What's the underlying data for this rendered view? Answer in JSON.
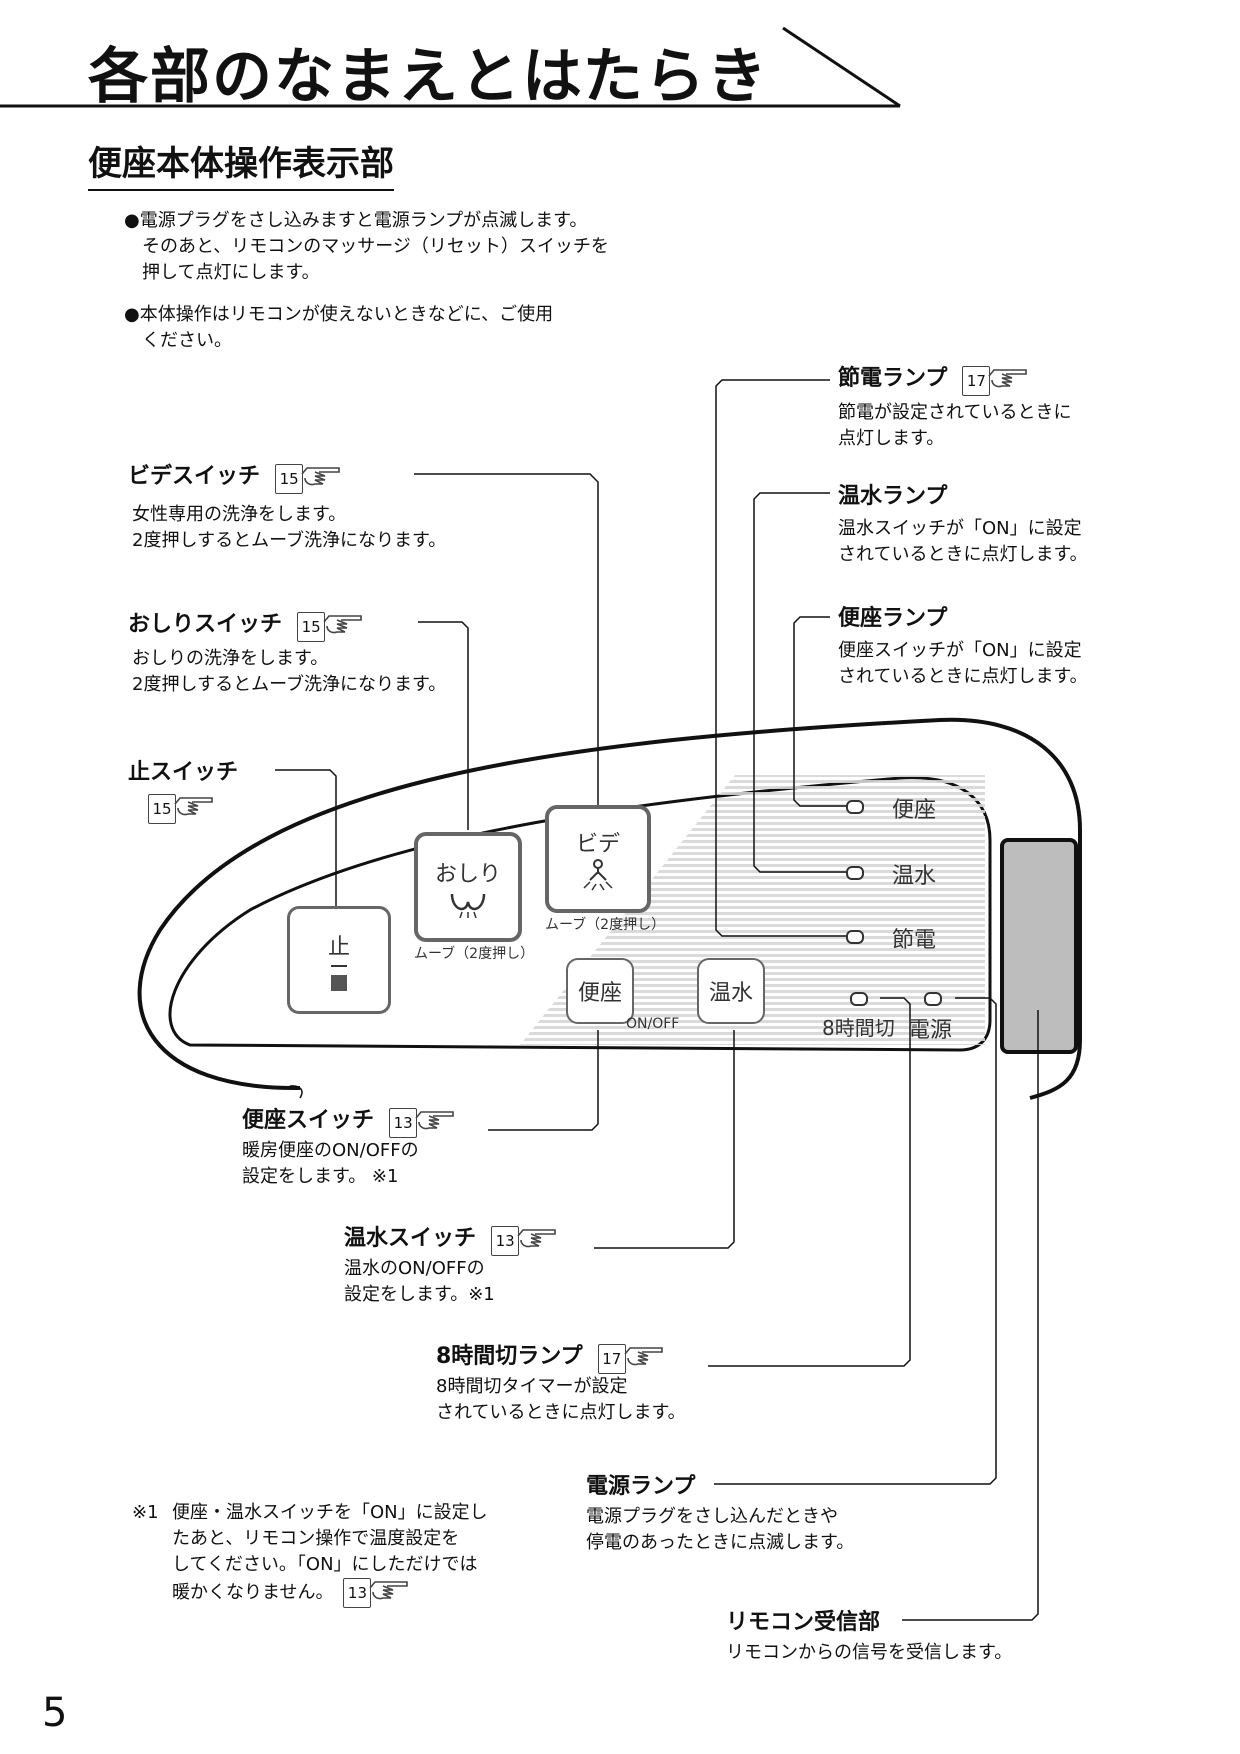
{
  "page": {
    "title": "各部のなまえとはたらき",
    "subtitle": "便座本体操作表示部",
    "page_number": "5"
  },
  "notes": [
    {
      "lines": [
        "●電源プラグをさし込みますと電源ランプが点滅します。",
        "　そのあと、リモコンのマッサージ（リセット）スイッチを",
        "　押して点灯にします。"
      ]
    },
    {
      "lines": [
        "●本体操作はリモコンが使えないときなどに、ご使用",
        "　ください。"
      ]
    }
  ],
  "callouts": {
    "bidet": {
      "label": "ビデスイッチ",
      "ref": "15",
      "lines": [
        "女性専用の洗浄をします。",
        "2度押しするとムーブ洗浄になります。"
      ]
    },
    "oshiri": {
      "label": "おしりスイッチ",
      "ref": "15",
      "lines": [
        "おしりの洗浄をします。",
        "2度押しするとムーブ洗浄になります。"
      ]
    },
    "stop": {
      "label": "止スイッチ",
      "ref": "15"
    },
    "setsuden_lamp": {
      "label": "節電ランプ",
      "ref": "17",
      "lines": [
        "節電が設定されているときに",
        "点灯します。"
      ]
    },
    "onsui_lamp": {
      "label": "温水ランプ",
      "lines": [
        "温水スイッチが「ON」に設定",
        "されているときに点灯します。"
      ]
    },
    "benza_lamp": {
      "label": "便座ランプ",
      "lines": [
        "便座スイッチが「ON」に設定",
        "されているときに点灯します。"
      ]
    },
    "benza_switch": {
      "label": "便座スイッチ",
      "ref": "13",
      "lines": [
        "暖房便座のON/OFFの",
        "設定をします。 ※1"
      ]
    },
    "onsui_switch": {
      "label": "温水スイッチ",
      "ref": "13",
      "lines": [
        "温水のON/OFFの",
        "設定をします。※1"
      ]
    },
    "timer_lamp": {
      "label": "8時間切ランプ",
      "ref": "17",
      "lines": [
        "8時間切タイマーが設定",
        "されているときに点灯します。"
      ]
    },
    "power_lamp": {
      "label": "電源ランプ",
      "lines": [
        "電源プラグをさし込んだときや",
        "停電のあったときに点滅します。"
      ]
    },
    "receiver": {
      "label": "リモコン受信部",
      "lines": [
        "リモコンからの信号を受信します。"
      ]
    }
  },
  "footnote": {
    "mark": "※1",
    "lines": [
      "便座・温水スイッチを「ON」に設定し",
      "たあと、リモコン操作で温度設定を",
      "してください。「ON」にしただけでは",
      "暖かくなりません。"
    ],
    "ref": "13"
  },
  "panel": {
    "stop_label": "止",
    "oshiri_label": "おしり",
    "bidet_label": "ビデ",
    "move_note_oshiri": "ムーブ（2度押し）",
    "move_note_bidet": "ムーブ（2度押し）",
    "benza_button": "便座",
    "onsui_button": "温水",
    "onoff_label": "ON/OFF",
    "lamp_benza": "便座",
    "lamp_onsui": "温水",
    "lamp_setsuden": "節電",
    "lamp_timer": "8時間切",
    "lamp_power": "電源"
  },
  "icons": {
    "ref_pointer": "pointing-hand-icon",
    "header_arrow": "diagonal-arrow-icon"
  }
}
